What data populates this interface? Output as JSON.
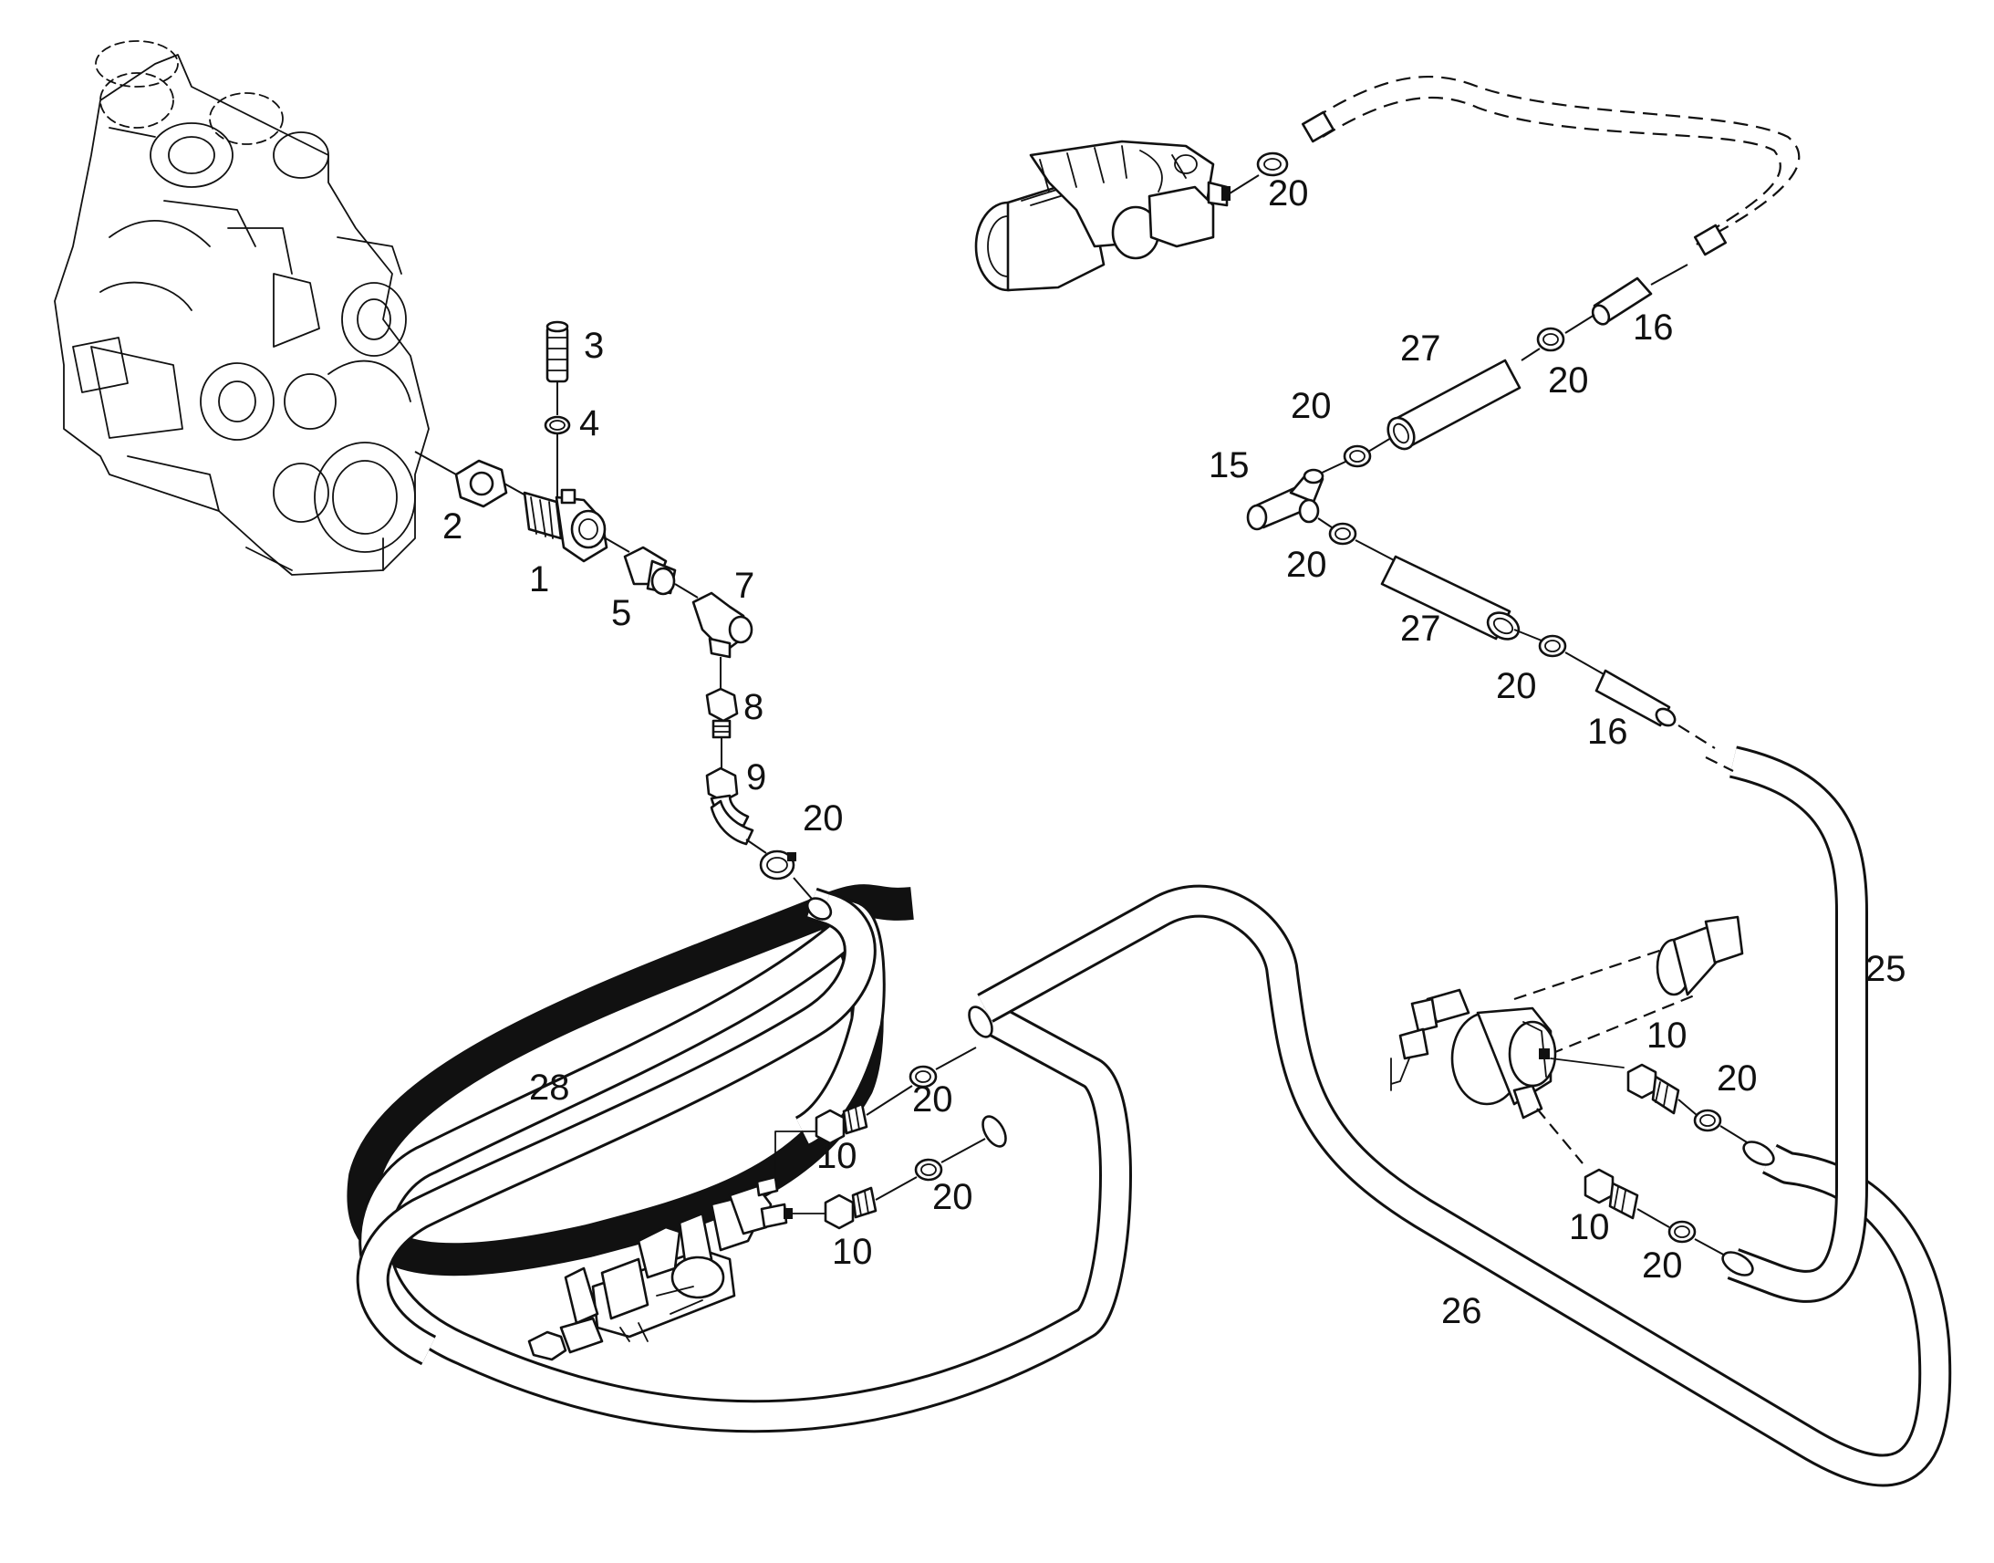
{
  "diagram": {
    "callouts": [
      {
        "id": "c1",
        "text": "1"
      },
      {
        "id": "c2",
        "text": "2"
      },
      {
        "id": "c3",
        "text": "3"
      },
      {
        "id": "c4",
        "text": "4"
      },
      {
        "id": "c5",
        "text": "5"
      },
      {
        "id": "c7",
        "text": "7"
      },
      {
        "id": "c8",
        "text": "8"
      },
      {
        "id": "c9",
        "text": "9"
      },
      {
        "id": "c10a",
        "text": "10"
      },
      {
        "id": "c10b",
        "text": "10"
      },
      {
        "id": "c10c",
        "text": "10"
      },
      {
        "id": "c10d",
        "text": "10"
      },
      {
        "id": "c15",
        "text": "15"
      },
      {
        "id": "c16a",
        "text": "16"
      },
      {
        "id": "c16b",
        "text": "16"
      },
      {
        "id": "c20a",
        "text": "20"
      },
      {
        "id": "c20b",
        "text": "20"
      },
      {
        "id": "c20c",
        "text": "20"
      },
      {
        "id": "c20d",
        "text": "20"
      },
      {
        "id": "c20e",
        "text": "20"
      },
      {
        "id": "c20f",
        "text": "20"
      },
      {
        "id": "c20g",
        "text": "20"
      },
      {
        "id": "c20h",
        "text": "20"
      },
      {
        "id": "c20i",
        "text": "20"
      },
      {
        "id": "c20j",
        "text": "20"
      },
      {
        "id": "c25",
        "text": "25"
      },
      {
        "id": "c26",
        "text": "26"
      },
      {
        "id": "c27a",
        "text": "27"
      },
      {
        "id": "c27b",
        "text": "27"
      },
      {
        "id": "c28",
        "text": "28"
      }
    ],
    "components": [
      {
        "name": "engine",
        "icon": "engine-icon"
      },
      {
        "name": "heater-unit",
        "icon": "heater-icon"
      },
      {
        "name": "valve-block",
        "icon": "valve-block-icon"
      },
      {
        "name": "pump-assembly",
        "icon": "pump-icon"
      }
    ]
  }
}
